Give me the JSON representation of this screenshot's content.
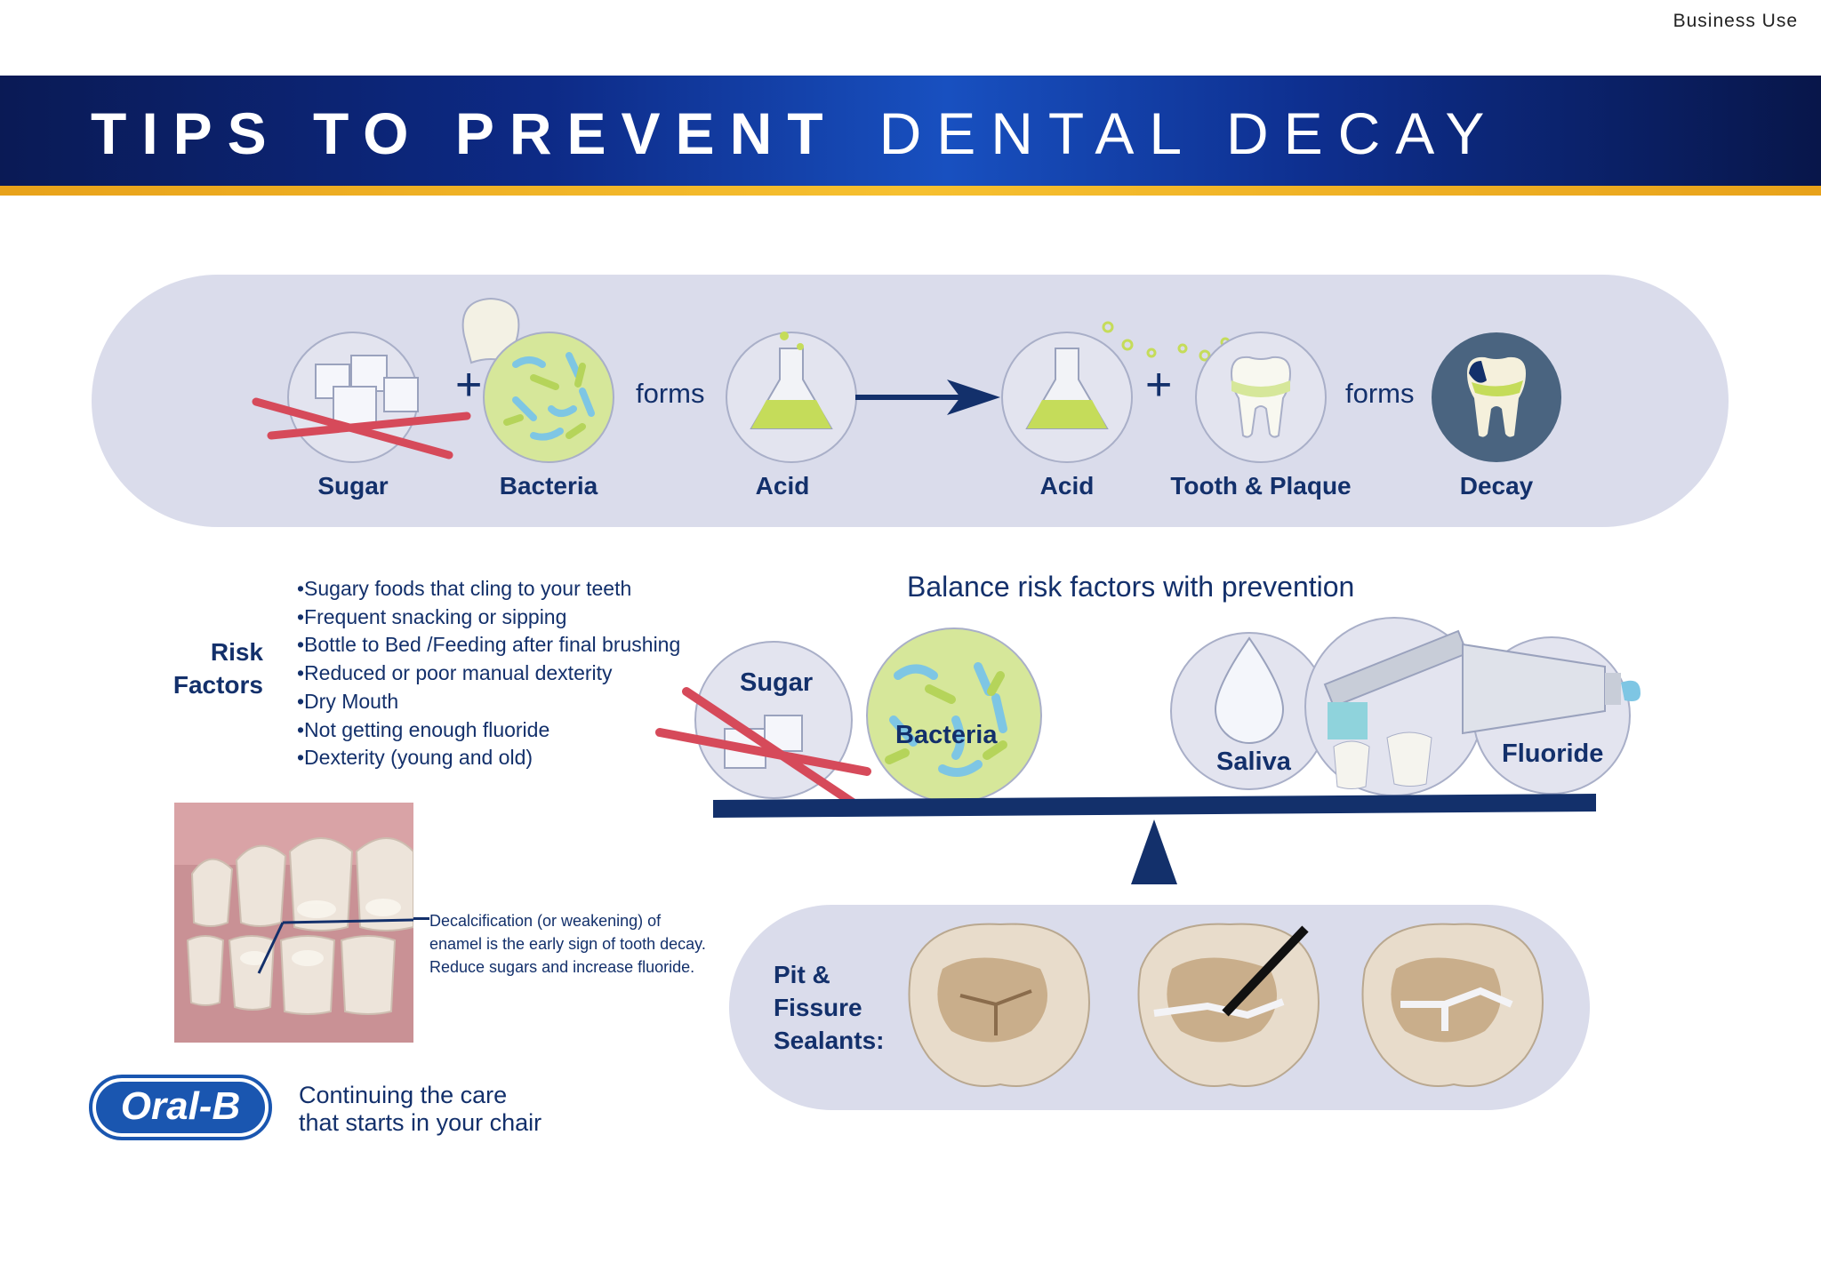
{
  "header": {
    "classification": "Business Use",
    "title_bold": "TIPS TO PREVENT",
    "title_light": "DENTAL DECAY"
  },
  "flow": {
    "sugar": "Sugar",
    "bacteria": "Bacteria",
    "forms_1": "forms",
    "acid_1": "Acid",
    "acid_2": "Acid",
    "tooth_plaque": "Tooth & Plaque",
    "forms_2": "forms",
    "decay": "Decay",
    "plus": "+"
  },
  "risk": {
    "title_line1": "Risk",
    "title_line2": "Factors",
    "items": [
      "•Sugary foods that cling to your teeth",
      "•Frequent snacking or sipping",
      "•Bottle to Bed /Feeding after final brushing",
      "•Reduced or poor manual dexterity",
      "•Dry Mouth",
      "•Not getting enough fluoride",
      "•Dexterity (young and old)"
    ]
  },
  "balance": {
    "title": "Balance risk factors with prevention",
    "sugar": "Sugar",
    "bacteria": "Bacteria",
    "saliva": "Saliva",
    "fluoride": "Fluoride"
  },
  "decalcification": {
    "line1": "Decalcification (or weakening) of",
    "line2": "enamel is the early sign of tooth decay.",
    "line3": "Reduce sugars and increase fluoride."
  },
  "sealants": {
    "line1": "Pit &",
    "line2": "Fissure",
    "line3": "Sealants:"
  },
  "brand": {
    "logo_text": "Oral-B",
    "tagline_line1": "Continuing the care",
    "tagline_line2": "that starts in your chair"
  },
  "colors": {
    "navy": "#13306b",
    "pill": "#dadceb",
    "accent_yellow": "#f0b429",
    "bacteria_green": "#d6e79a",
    "bacteria_blue": "#7ec6e4"
  }
}
